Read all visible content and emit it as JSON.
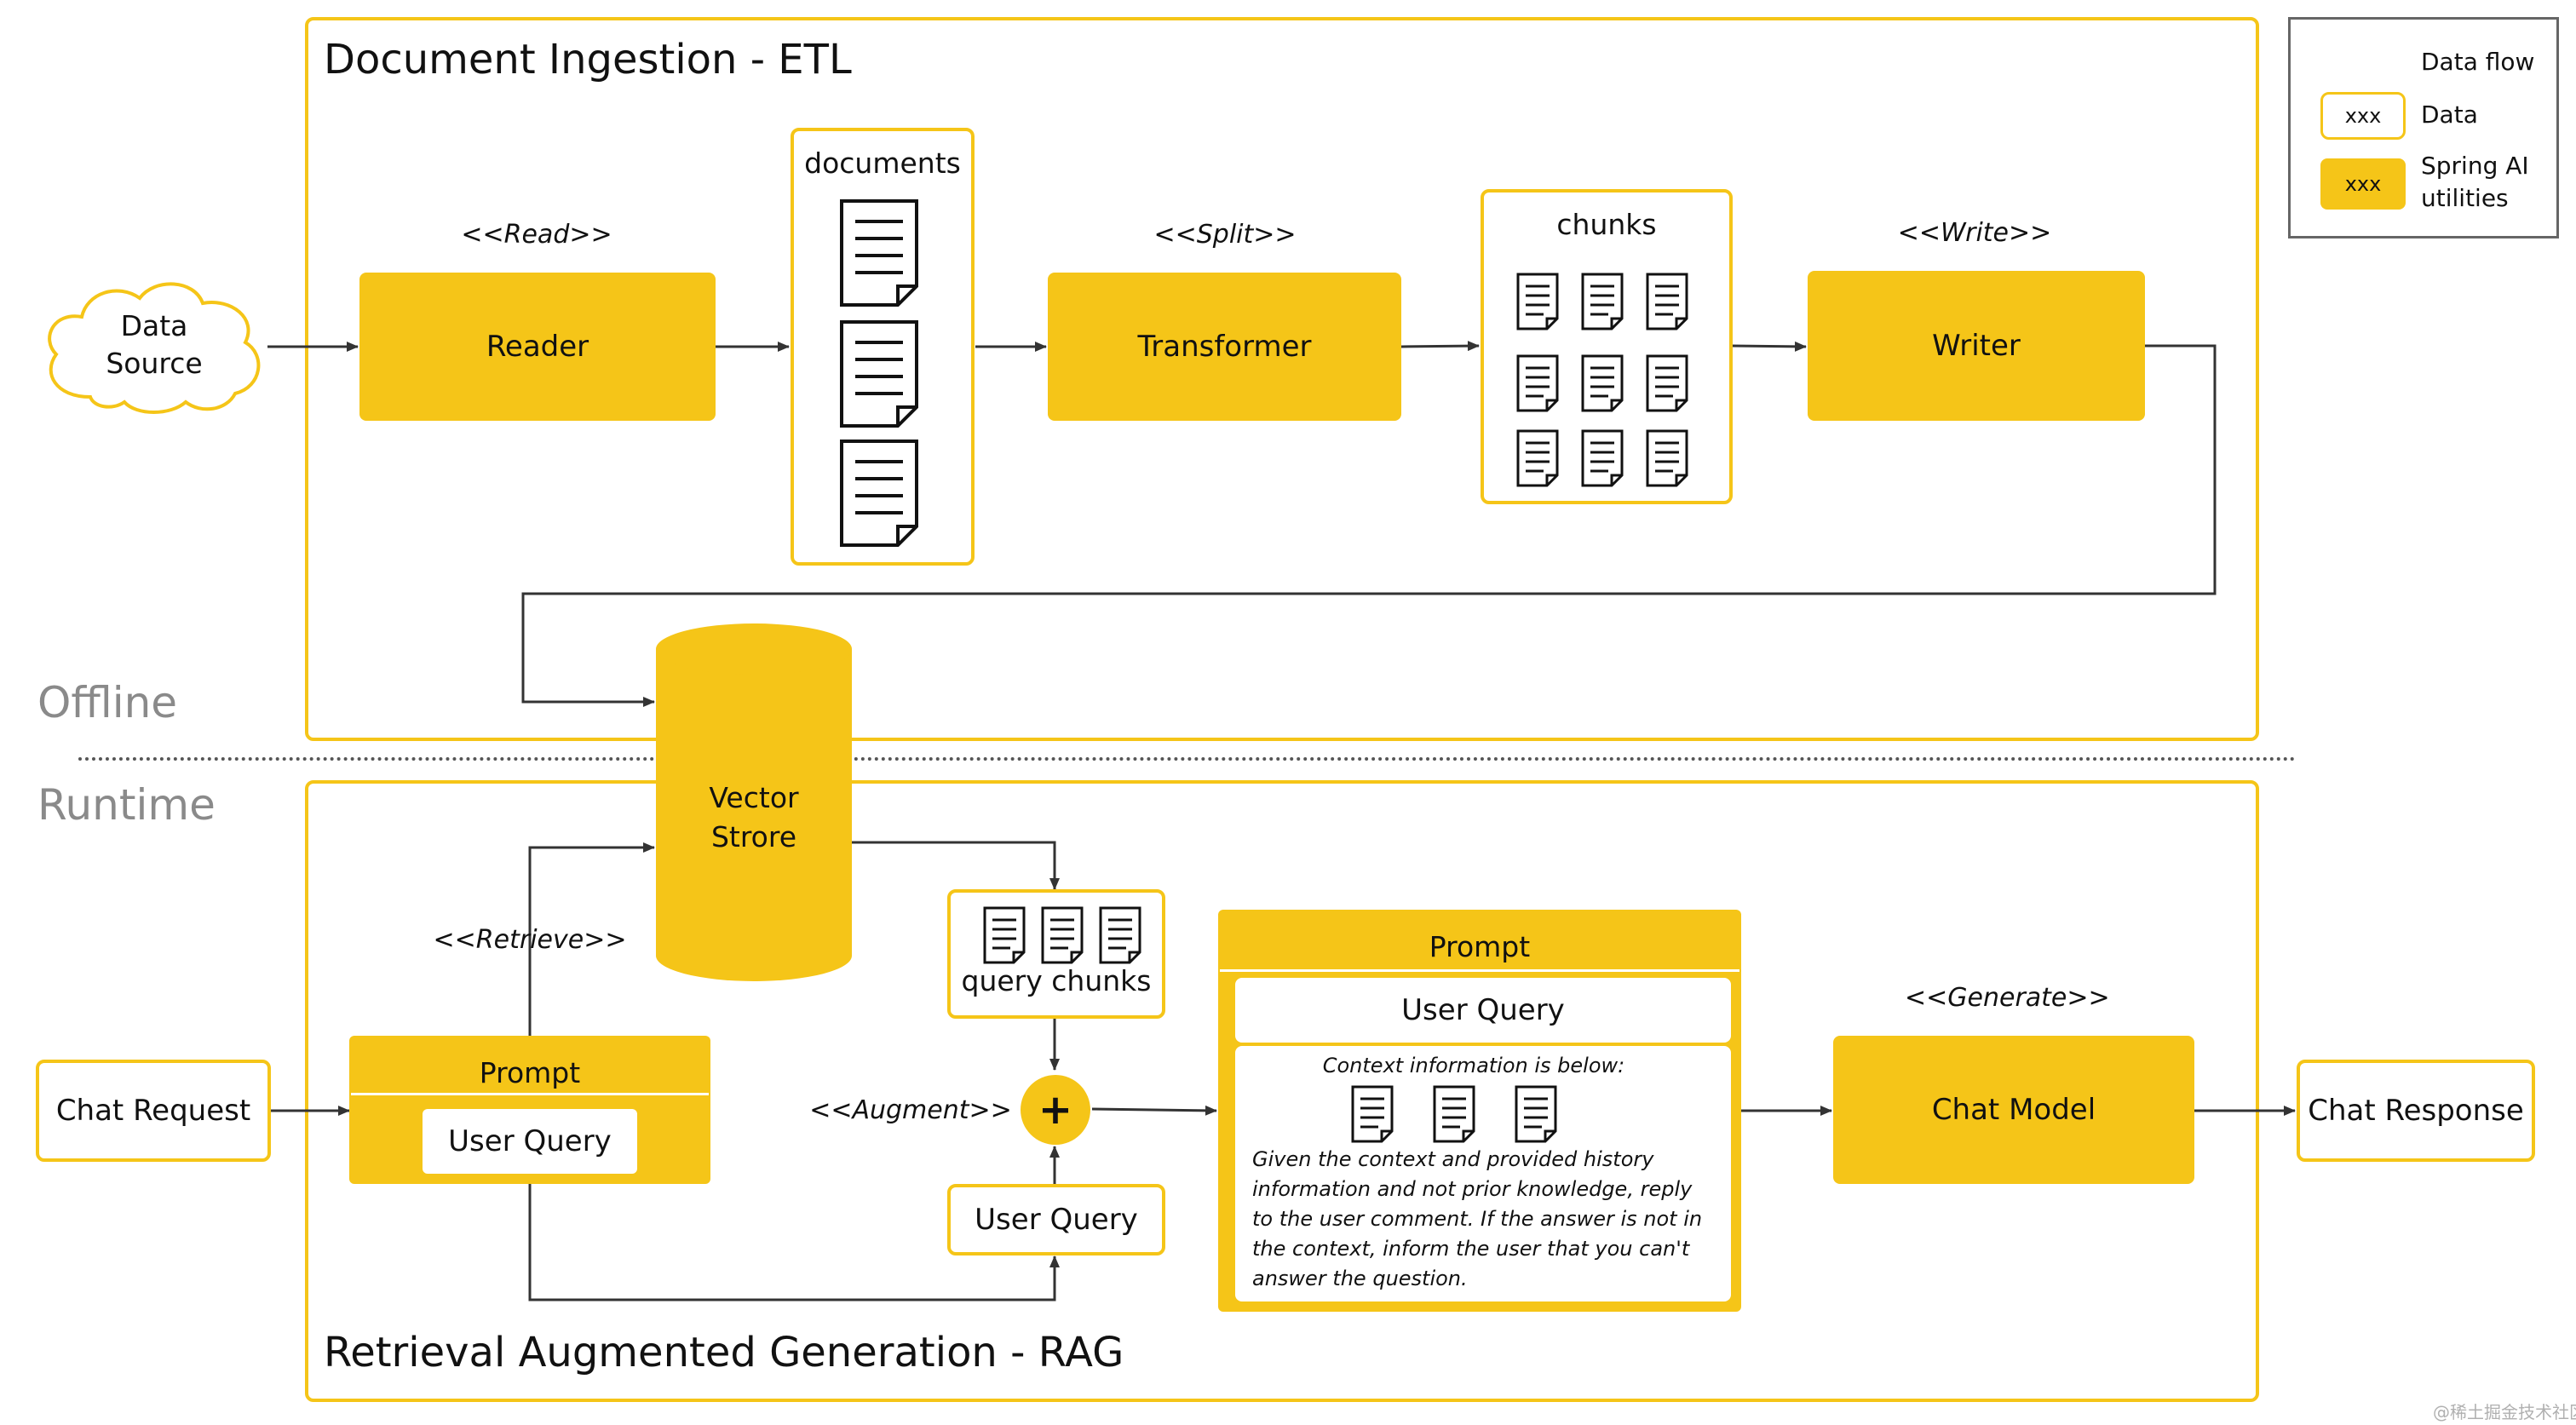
{
  "sections": {
    "offline": "Offline",
    "runtime": "Runtime"
  },
  "etl": {
    "title": "Document Ingestion - ETL",
    "source": "Data\nSource",
    "read_stereotype": "<<Read>>",
    "reader": "Reader",
    "documents_label": "documents",
    "split_stereotype": "<<Split>>",
    "transformer": "Transformer",
    "chunks_label": "chunks",
    "write_stereotype": "<<Write>>",
    "writer": "Writer"
  },
  "vector_store": "Vector\nStrore",
  "rag": {
    "title": "Retrieval Augmented Generation - RAG",
    "chat_request": "Chat Request",
    "retrieve_stereotype": "<<Retrieve>>",
    "prompt_header": "Prompt",
    "user_query": "User Query",
    "query_chunks": "query chunks",
    "augment_stereotype": "<<Augment>>",
    "plus": "+",
    "user_query_box": "User Query",
    "augmented_prompt_header": "Prompt",
    "augmented_user_query": "User Query",
    "context_heading": "Context information is below:",
    "context_instructions": "Given the context and provided history information and not prior knowledge, reply to the user comment. If the answer is not in the context, inform the user that you can't answer the question.",
    "generate_stereotype": "<<Generate>>",
    "chat_model": "Chat Model",
    "chat_response": "Chat Response"
  },
  "legend": {
    "data_flow": "Data flow",
    "data_sample": "xxx",
    "data": "Data",
    "spring_sample": "xxx",
    "spring_ai": "Spring AI\nutilities"
  },
  "watermark": "@稀土掘金技术社区",
  "colors": {
    "accent": "#f5c518",
    "line": "#333333",
    "muted": "#8a8a8a"
  }
}
